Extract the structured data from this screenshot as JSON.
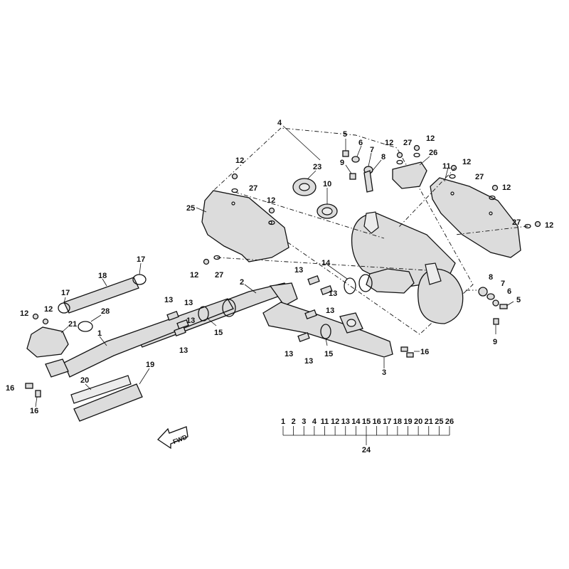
{
  "labels": {
    "n1": "1",
    "n2": "2",
    "n3": "3",
    "n4": "4",
    "n5": "5",
    "n6": "6",
    "n7": "7",
    "n8": "8",
    "n9": "9",
    "n10": "10",
    "n11": "11",
    "n12": "12",
    "n13": "13",
    "n14": "14",
    "n15": "15",
    "n16": "16",
    "n17": "17",
    "n18": "18",
    "n19": "19",
    "n20": "20",
    "n21": "21",
    "n23": "23",
    "n24": "24",
    "n25": "25",
    "n26": "26",
    "n27": "27",
    "n28": "28"
  },
  "fwd": "FWD",
  "kit_items": [
    "1",
    "2",
    "3",
    "4",
    "11",
    "12",
    "13",
    "14",
    "15",
    "16",
    "17",
    "18",
    "19",
    "20",
    "21",
    "25",
    "26"
  ],
  "kit_total": "24",
  "colors": {
    "line": "#111111",
    "part_fill": "#dcdcdc",
    "background": "#ffffff"
  }
}
